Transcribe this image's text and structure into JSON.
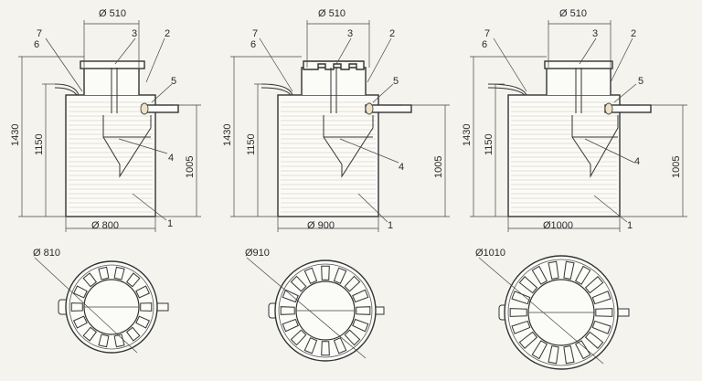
{
  "tanks": [
    {
      "id": "tank-800",
      "labels": {
        "top_diameter": "Ø 510",
        "bottom_diameter": "Ø 800",
        "plan_diameter": "Ø 810",
        "total_height": "1430",
        "inlet_height": "1150",
        "outlet_height": "1005"
      },
      "callouts": [
        "1",
        "2",
        "3",
        "4",
        "5",
        "6",
        "7"
      ],
      "ribs": 14
    },
    {
      "id": "tank-900",
      "labels": {
        "top_diameter": "Ø 510",
        "bottom_diameter": "Ø 900",
        "plan_diameter": "Ø910",
        "total_height": "1430",
        "inlet_height": "1150",
        "outlet_height": "1005"
      },
      "callouts": [
        "1",
        "2",
        "3",
        "4",
        "5",
        "6",
        "7"
      ],
      "ribs": 16
    },
    {
      "id": "tank-1000",
      "labels": {
        "top_diameter": "Ø 510",
        "bottom_diameter": "Ø1000",
        "plan_diameter": "Ø1010",
        "total_height": "1430",
        "inlet_height": "1150",
        "outlet_height": "1005"
      },
      "callouts": [
        "1",
        "2",
        "3",
        "4",
        "5",
        "6",
        "7"
      ],
      "ribs": 18
    }
  ]
}
